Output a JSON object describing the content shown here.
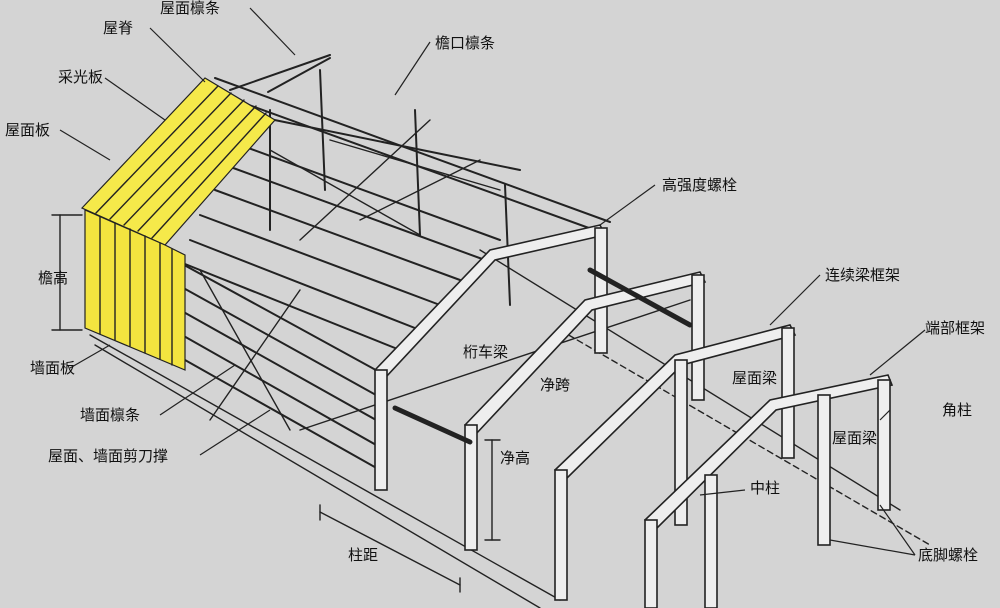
{
  "colors": {
    "background": "#d4d4d4",
    "panel_yellow": "#f3e43f",
    "line": "#222222"
  },
  "labels": {
    "roof_purlin": "屋面檩条",
    "ridge": "屋脊",
    "eave_purlin": "檐口檩条",
    "skylight": "采光板",
    "roof_panel": "屋面板",
    "eave_height": "檐高",
    "hs_bolt": "高强度螺栓",
    "continuous_beam_frame": "连续梁框架",
    "end_frame": "端部框架",
    "wall_panel": "墙面板",
    "crane_beam": "桁车梁",
    "roof_beam_1": "屋面梁",
    "clear_span": "净跨",
    "corner_column": "角柱",
    "wall_purlin": "墙面檩条",
    "roof_beam_2": "屋面梁",
    "bracing": "屋面、墙面剪刀撑",
    "clear_height": "净高",
    "middle_column": "中柱",
    "column_spacing": "柱距",
    "anchor_bolt": "底脚螺栓"
  }
}
